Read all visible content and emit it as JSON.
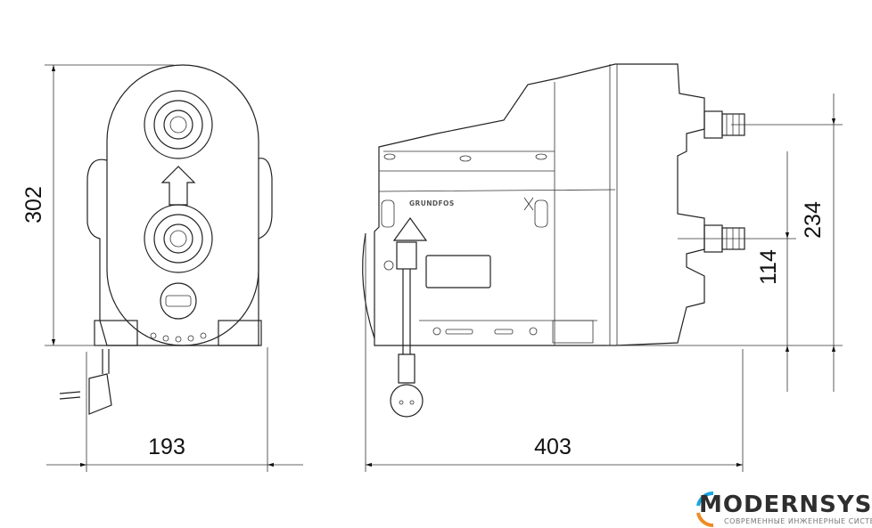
{
  "dimensions": {
    "front_height": "302",
    "front_width": "193",
    "side_length": "403",
    "outlet_height": "234",
    "inlet_height": "114"
  },
  "drawing": {
    "brand_marking": "GRUNDFOS"
  },
  "watermark": {
    "name": "MODERNSYS",
    "tagline": "СОВРЕМЕННЫЕ ИНЖЕНЕРНЫЕ СИСТЕМЫ",
    "colors": {
      "blue": "#1aa3e0",
      "orange": "#f08a24",
      "text": "#2e2e2e"
    }
  }
}
